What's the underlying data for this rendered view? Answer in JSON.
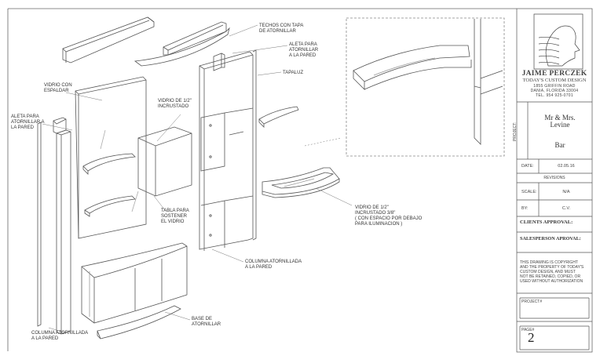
{
  "labels": {
    "techos": "TECHOS CON TAPA\nDE ATORNILLAR",
    "aleta_top": "ALETA PARA\nATORNILLAR\nA LA PARED",
    "tapaluz": "TAPALUZ",
    "vidrio_espaldar": "VIDRIO CON\nESPALDAR",
    "vidrio_incrustado": "VIDRIO DE 1/2\"\nINCRUSTADO",
    "aleta_left": "ALETA PARA\nATORNILLAR A\nLA PARED",
    "tabla": "TABLA PARA\nSOSTENER\nEL  VIDRIO",
    "vidrio_38": "VIDRIO DE 1/2\"\nINCRUSTADO 3/8\"\n( CON ESPACIO POR DEBAJO\nPARA ILUMINACION )",
    "columna_right": "COLUMNA ATORNILLADA\nA LA PARED",
    "base": "BASE DE\nATORNILLAR",
    "columna_left": "COLUMNA ATORNILLADA\nA LA PARED"
  },
  "title_block": {
    "company_name": "JAIME PERCZEK",
    "company_sub": "TODAY'S CUSTOM DESIGN",
    "address1": "1855 GRIFFIN ROAD",
    "address2": "DANIA, FLORIDA 33004",
    "phone": "TEL. 954 925-0701",
    "project_label": "PROJECT:",
    "client": "Mr & Mrs.\nLevine",
    "project_name": "Bar",
    "date_label": "DATE:",
    "date_value": "02.05.16",
    "revisions_label": "REVISIONS",
    "scale_label": "SCALE:",
    "scale_value": "N/A",
    "by_label": "BY:",
    "by_value": "C.V.",
    "clients_approval": "CLIENTS APPROVAL:",
    "salesperson_approval": "SALESPERSON APROVAL:",
    "copyright": "THIS DRAWING IS COPYRIGHT\nAND THE PROPERTY OF TODAY'S\nCUSTOM DESIGN, AND MUST\nNOT BE RETAINED, COPIED, OR\nUSED WITHOUT AUTHORIZATION",
    "project_num_label": "PROJECT#",
    "page_label": "PAGE#",
    "page_value": "2"
  }
}
